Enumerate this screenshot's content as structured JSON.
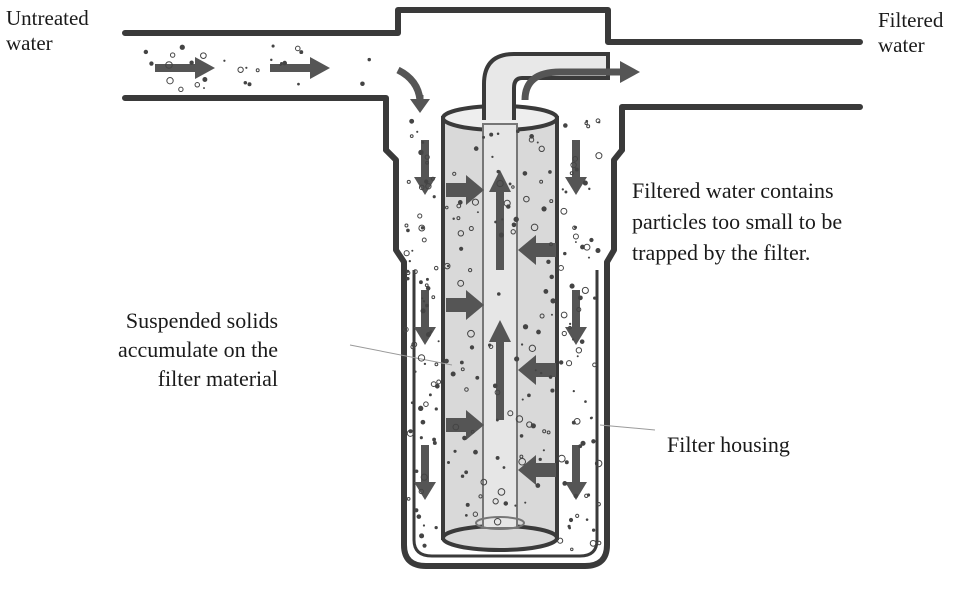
{
  "labels": {
    "untreated": [
      "Untreated",
      "water"
    ],
    "filtered": [
      "Filtered",
      "water"
    ],
    "contains": [
      "Filtered water contains",
      "particles too small to be",
      "trapped by the filter."
    ],
    "solids": [
      "Suspended solids",
      "accumulate on the",
      "filter material"
    ],
    "housing": "Filter housing"
  },
  "colors": {
    "line": "#3a3a3a",
    "arrow": "#555555",
    "particle": "#444444"
  }
}
